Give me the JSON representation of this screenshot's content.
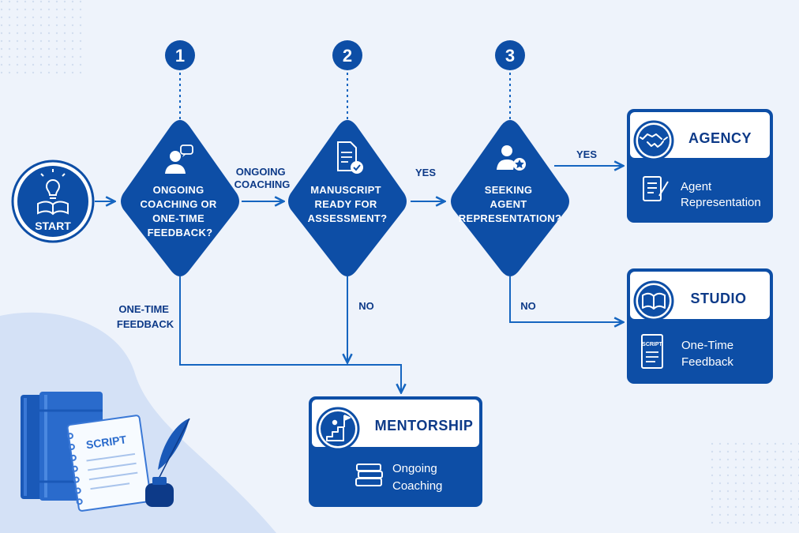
{
  "steps": [
    "1",
    "2",
    "3"
  ],
  "start": {
    "label": "START"
  },
  "decisions": [
    {
      "lines": [
        "ONGOING",
        "COACHING OR",
        "ONE-TIME",
        "FEEDBACK?"
      ]
    },
    {
      "lines": [
        "MANUSCRIPT",
        "READY FOR",
        "ASSESSMENT?"
      ]
    },
    {
      "lines": [
        "SEEKING",
        "AGENT",
        "REPRESENTATION?"
      ]
    }
  ],
  "edges": {
    "ongoing_coaching": [
      "ONGOING",
      "COACHING"
    ],
    "one_time_feedback": [
      "ONE-TIME",
      "FEEDBACK"
    ],
    "yes_1": "YES",
    "yes_2": "YES",
    "no_1": "NO",
    "no_2": "NO"
  },
  "cards": {
    "agency": {
      "title": "AGENCY",
      "sub": [
        "Agent",
        "Representation"
      ]
    },
    "studio": {
      "title": "STUDIO",
      "sub": [
        "One-Time",
        "Feedback"
      ]
    },
    "mentorship": {
      "title": "MENTORSHIP",
      "sub": [
        "Ongoing",
        "Coaching"
      ]
    }
  },
  "illustration": {
    "book_label": "SCRIPT",
    "icon_label": "SCRIPT"
  },
  "colors": {
    "primary": "#0d4ea6",
    "dark": "#0b3d8c",
    "bg": "#eef3fb",
    "line": "#1565c0"
  }
}
